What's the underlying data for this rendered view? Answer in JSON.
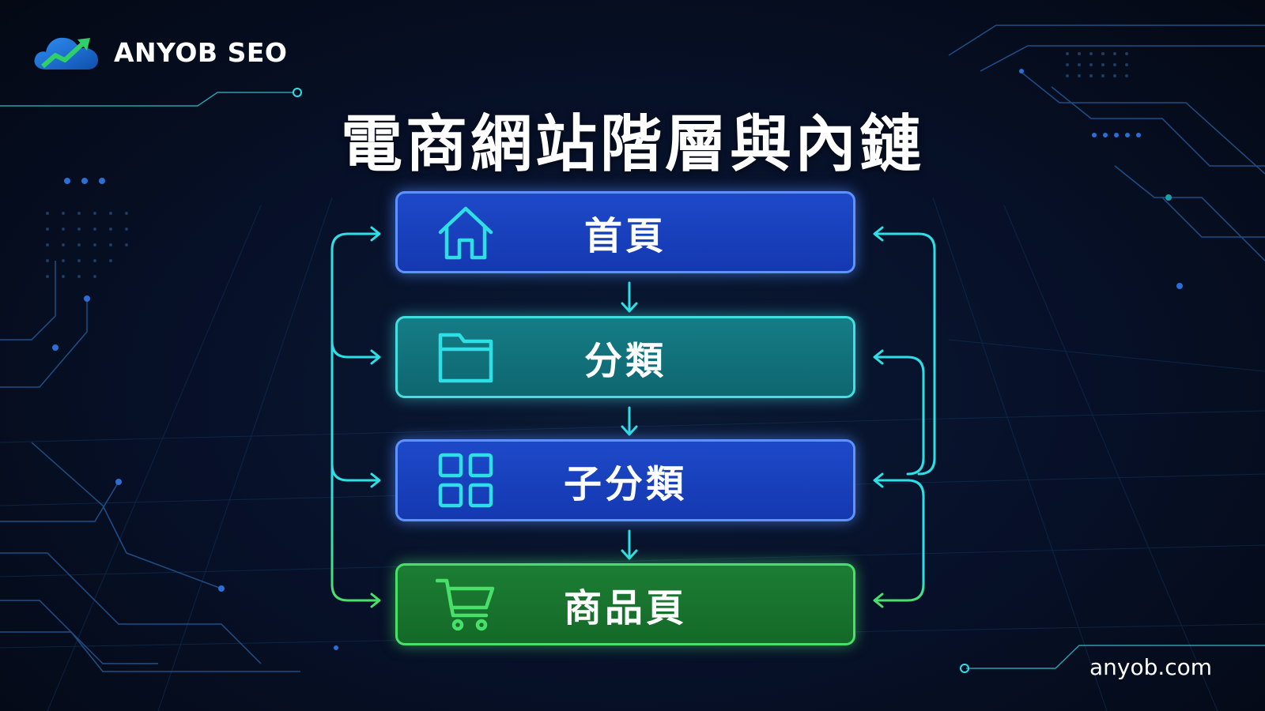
{
  "brand": {
    "name": "ANYOB SEO",
    "logo_icon": "cloud-trend-arrow-icon"
  },
  "title": "電商網站階層與內鏈",
  "hierarchy": [
    {
      "label": "首頁",
      "icon": "home-icon",
      "color": "#1d49c9"
    },
    {
      "label": "分類",
      "icon": "folder-icon",
      "color": "#157d86"
    },
    {
      "label": "子分類",
      "icon": "grid-icon",
      "color": "#1d49c9"
    },
    {
      "label": "商品頁",
      "icon": "cart-icon",
      "color": "#1c7d33"
    }
  ],
  "colors": {
    "background": "#050b18",
    "cyan": "#2ee0e6",
    "green": "#49e06a",
    "blue": "#5e93ff"
  },
  "footer": {
    "url": "anyob.com"
  }
}
